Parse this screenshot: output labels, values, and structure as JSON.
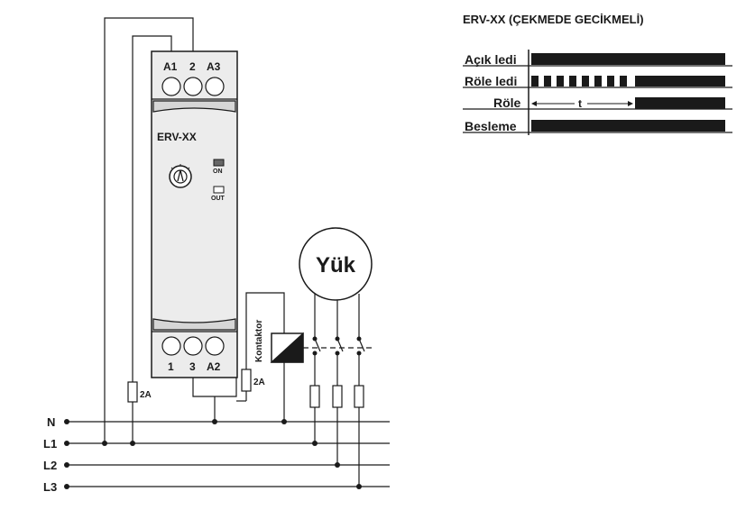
{
  "device": {
    "model": "ERV-XX",
    "top_terminals": [
      "A1",
      "2",
      "A3"
    ],
    "bottom_terminals": [
      "1",
      "3",
      "A2"
    ],
    "on_led": "ON",
    "out_led": "OUT"
  },
  "load_label": "Yük",
  "contactor_label": "Kontaktor",
  "fuse_labels": [
    "2A",
    "2A"
  ],
  "lines": [
    "N",
    "L1",
    "L2",
    "L3"
  ],
  "timing": {
    "title": "ERV-XX (ÇEKMEDE GECİKMELİ)",
    "rows": [
      "Açık ledi",
      "Röle ledi",
      "Röle",
      "Besleme"
    ],
    "t_label": "t"
  },
  "colors": {
    "ink": "#1a1a1a",
    "device_fill": "#ececec",
    "led_on": "#666666"
  }
}
